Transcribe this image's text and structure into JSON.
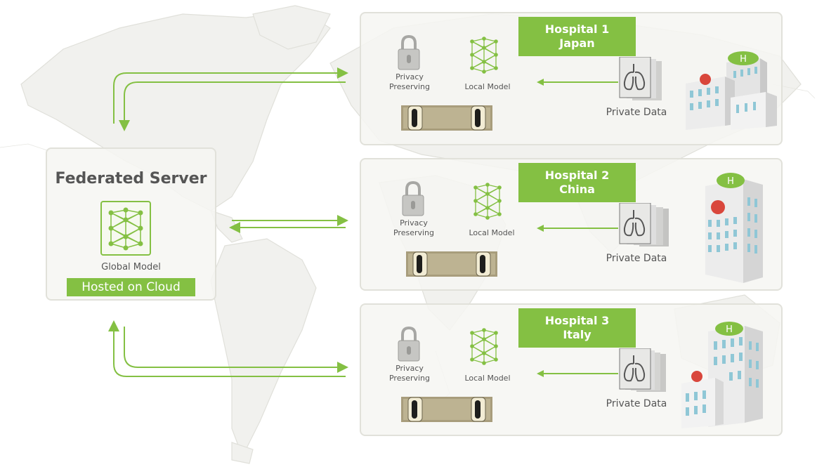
{
  "server": {
    "title": "Federated Server",
    "model_label": "Global Model",
    "hosting_badge": "Hosted on Cloud"
  },
  "hospitals": [
    {
      "name": "Hospital 1",
      "location": "Japan",
      "privacy_label": "Privacy Preserving",
      "model_label": "Local Model",
      "data_label": "Private Data"
    },
    {
      "name": "Hospital 2",
      "location": "China",
      "privacy_label": "Privacy Preserving",
      "model_label": "Local Model",
      "data_label": "Private Data"
    },
    {
      "name": "Hospital 3",
      "location": "Italy",
      "privacy_label": "Privacy Preserving",
      "model_label": "Local Model",
      "data_label": "Private Data"
    }
  ],
  "colors": {
    "accent": "#84c043",
    "panel_border": "#e1e1da",
    "text": "#555555",
    "map": "#e4e4df"
  },
  "icons": [
    "world-map",
    "neural-network-icon",
    "lock-icon",
    "server-rack-icon",
    "lung-scan-icon",
    "hospital-building-icon"
  ]
}
